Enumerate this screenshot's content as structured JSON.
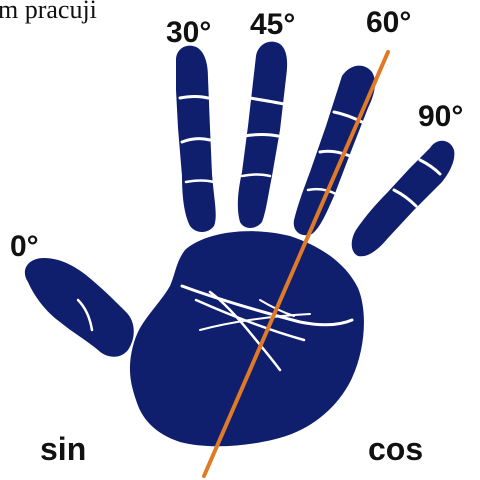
{
  "cropped_text": "m pracuji",
  "angles": {
    "a0": "0°",
    "a30": "30°",
    "a45": "45°",
    "a60": "60°",
    "a90": "90°"
  },
  "bottom_labels": {
    "sin": "sin",
    "cos": "cos"
  },
  "colors": {
    "hand": "#0f1f6e",
    "line": "#e07a26",
    "crease": "#ffffff",
    "text": "#111111"
  }
}
